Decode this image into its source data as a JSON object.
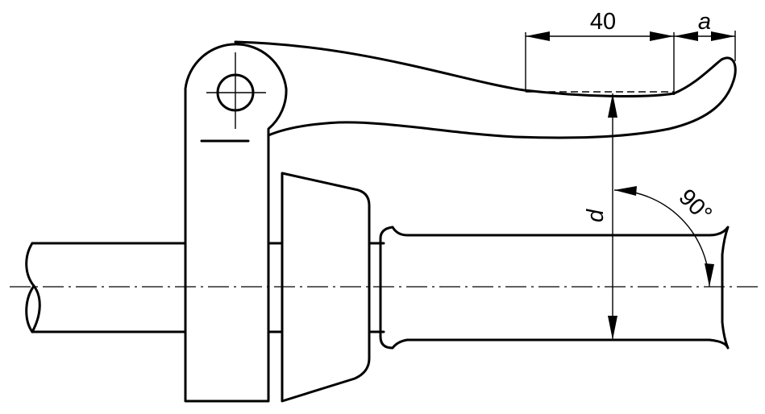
{
  "dimensions": {
    "lever_contact_length": "40",
    "tip_offset": "a",
    "lever_height": "d",
    "angle": "90°"
  }
}
